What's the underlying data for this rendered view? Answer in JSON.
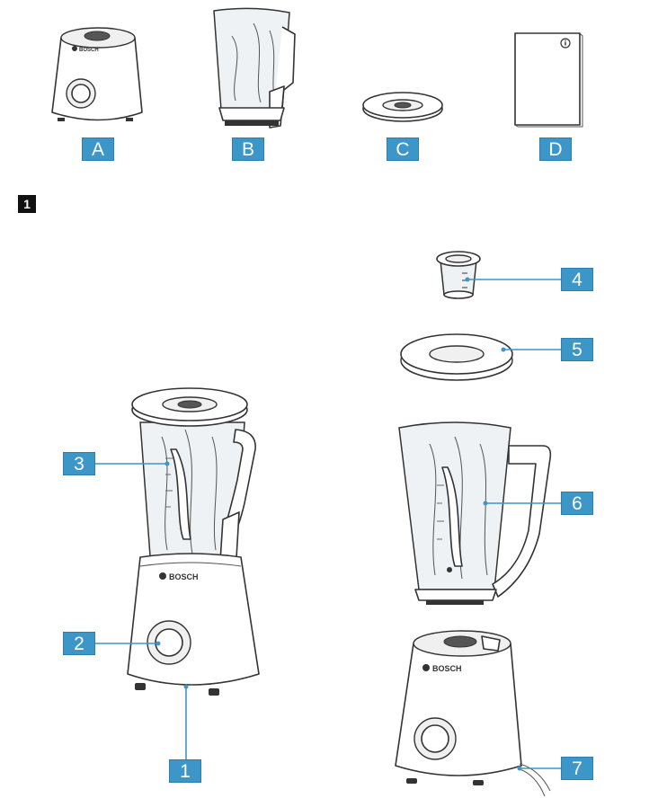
{
  "figure": {
    "number": "1"
  },
  "overview_labels": [
    "A",
    "B",
    "C",
    "D"
  ],
  "part_labels": [
    "1",
    "2",
    "3",
    "4",
    "5",
    "6",
    "7"
  ],
  "base_brand": "BOSCH",
  "manual_icon": "info-icon",
  "colors": {
    "label_fill": "#3d96c8",
    "line": "#333333",
    "leader": "#3d96c8"
  }
}
